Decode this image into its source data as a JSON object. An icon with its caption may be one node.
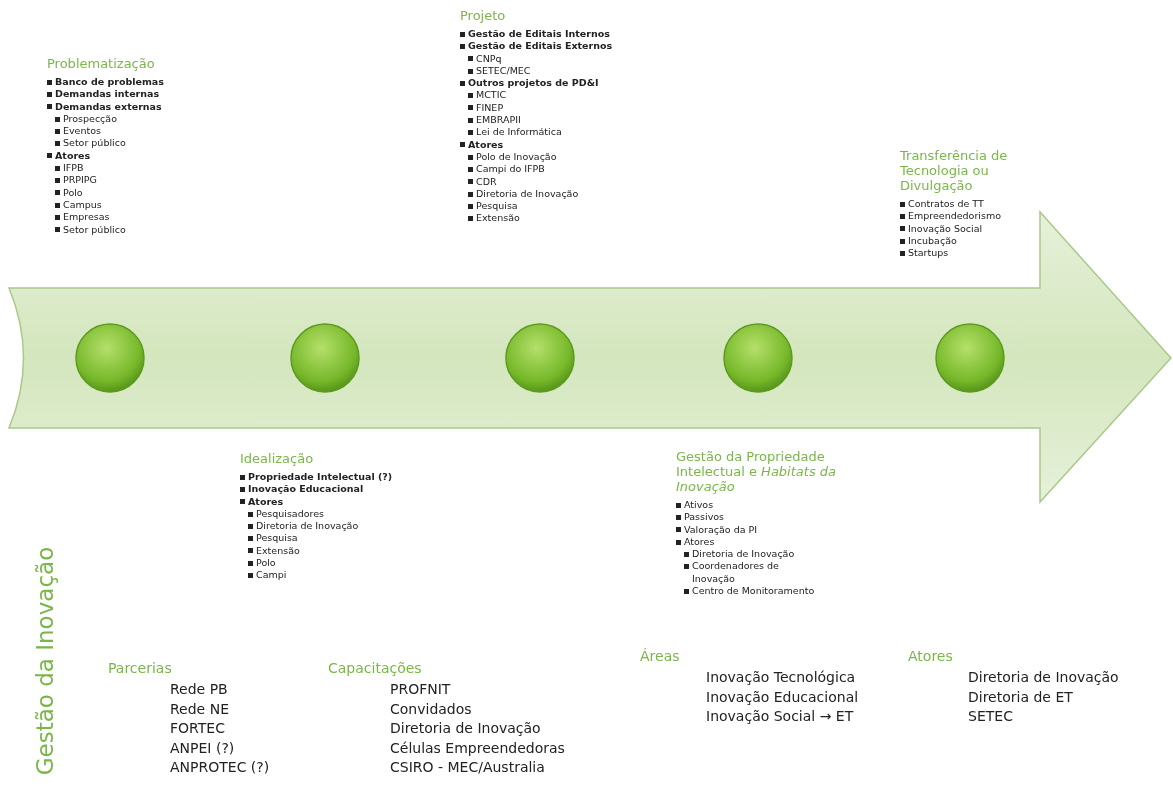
{
  "diagram": {
    "nodes": [
      {
        "text": [],
        "shape": "arrow"
      },
      {
        "text": [],
        "shape": "circle",
        "in": 0,
        "beside": [
          "Problematização",
          "Banco de problemas",
          "Demandas internas",
          "Demandas externas",
          "Prospecção",
          "Eventos",
          "Setor público",
          "Atores",
          "IFPB",
          "PRPIPG",
          "Polo",
          "Campus",
          "Empresas",
          "Setor público"
        ]
      },
      {
        "text": [],
        "shape": "circle",
        "in": 0,
        "beside": [
          "Idealização",
          "Propriedade Intelectual (?)",
          "Inovação Educacional",
          "Atores",
          "Pesquisadores",
          "Diretoria de Inovação",
          "Pesquisa",
          "Extensão",
          "Polo",
          "Campi"
        ]
      },
      {
        "text": [],
        "shape": "circle",
        "in": 0,
        "beside": [
          "Projeto",
          "Gestão de Editais Internos",
          "Gestão de Editais Externos",
          "CNPq",
          "SETEC/MEC",
          "Outros projetos de PD&I",
          "MCTIC",
          "FINEP",
          "EMBRAPII",
          "Lei de Informática",
          "Atores",
          "Polo de Inovação",
          "Campi do IFPB",
          "CDR",
          "Diretoria de Inovação",
          "Pesquisa",
          "Extensão"
        ]
      },
      {
        "text": [],
        "shape": "circle",
        "in": 0,
        "beside": [
          "Gestão da Propriedade Intelectual e *Habitats da Inovação*",
          "Ativos",
          "Passivos",
          "Valoração da PI",
          "Atores",
          "Diretoria de Inovação",
          "Coordenadores de Inovação",
          "Centro de Monitoramento"
        ]
      },
      {
        "text": [],
        "shape": "circle",
        "in": 0,
        "beside": [
          "Transferência de Tecnologia ou Divulgação",
          "Contratos de TT",
          "Empreendedorismo",
          "Inovação Social",
          "Incubação",
          "Startups"
        ]
      }
    ],
    "labels": [
      "Gestão da Inovação",
      "Parcerias",
      "Rede PB",
      "Rede NE",
      "FORTEC",
      "ANPEI (?)",
      "ANPROTEC (?)",
      "Capacitações",
      "PROFNIT",
      "Convidados",
      "Diretoria de Inovação",
      "Células Empreendedoras",
      "CSIRO - MEC/Australia",
      "Áreas",
      "Inovação Tecnológica",
      "Inovação Educacional",
      "Inovação Social → ET",
      "Atores",
      "Diretoria de Inovação",
      "Diretoria de ET",
      "SETEC"
    ]
  }
}
